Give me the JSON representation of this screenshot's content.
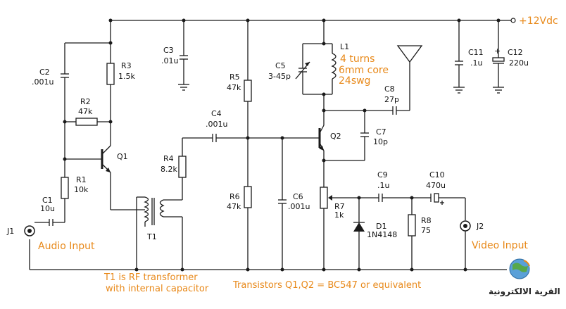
{
  "supply_label": "+12Vdc",
  "components": {
    "c2": {
      "name": "C2",
      "value": ".001u"
    },
    "r3": {
      "name": "R3",
      "value": "1.5k"
    },
    "r2": {
      "name": "R2",
      "value": "47k"
    },
    "q1": {
      "name": "Q1"
    },
    "r1": {
      "name": "R1",
      "value": "10k"
    },
    "c1": {
      "name": "C1",
      "value": "10u"
    },
    "j1": {
      "name": "J1"
    },
    "c3": {
      "name": "C3",
      "value": ".01u"
    },
    "r5": {
      "name": "R5",
      "value": "47k"
    },
    "c4": {
      "name": "C4",
      "value": ".001u"
    },
    "r4": {
      "name": "R4",
      "value": "8.2k"
    },
    "t1": {
      "name": "T1"
    },
    "r6": {
      "name": "R6",
      "value": "47k"
    },
    "c6": {
      "name": "C6",
      "value": ".001u"
    },
    "c5": {
      "name": "C5",
      "value": "3-45p"
    },
    "l1": {
      "name": "L1",
      "line1": "4 turns",
      "line2": "6mm core",
      "line3": "24swg"
    },
    "c8": {
      "name": "C8",
      "value": "27p"
    },
    "q2": {
      "name": "Q2"
    },
    "c7": {
      "name": "C7",
      "value": "10p"
    },
    "c9": {
      "name": "C9",
      "value": ".1u"
    },
    "c10": {
      "name": "C10",
      "value": "470u"
    },
    "r7": {
      "name": "R7",
      "value": "1k"
    },
    "d1": {
      "name": "D1",
      "value": "1N4148"
    },
    "r8": {
      "name": "R8",
      "value": "75"
    },
    "j2": {
      "name": "J2"
    },
    "c11": {
      "name": "C11",
      "value": ".1u"
    },
    "c12": {
      "name": "C12",
      "value": "220u"
    }
  },
  "labels": {
    "audio_input": "Audio Input",
    "video_input": "Video Input",
    "t1_note_1": "T1 is RF transformer",
    "t1_note_2": "with internal capacitor",
    "transistors_note": "Transistors Q1,Q2 = BC547 or equivalent",
    "logo_text": "القرية الالكترونية"
  },
  "colors": {
    "wire": "#1a1a1a",
    "accent": "#e8891a"
  }
}
